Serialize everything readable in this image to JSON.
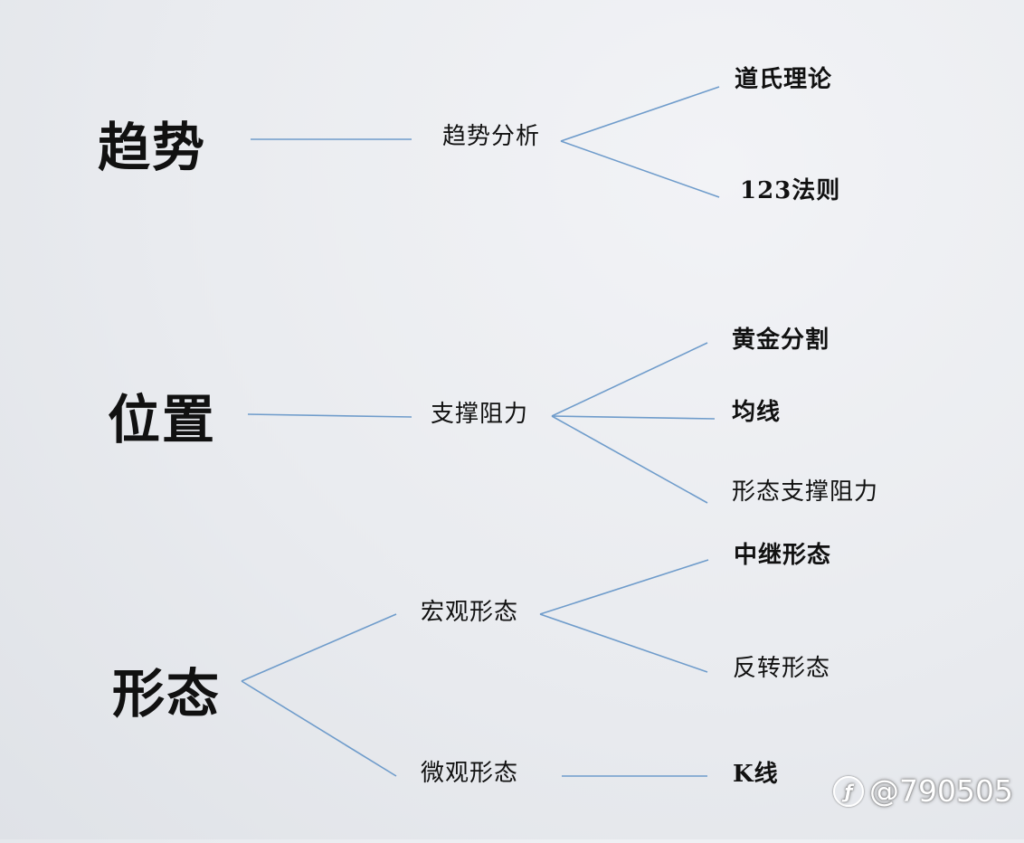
{
  "categories": {
    "trend": "趋势",
    "position": "位置",
    "pattern": "形态"
  },
  "mid_nodes": {
    "trend_analysis": "趋势分析",
    "support_resistance": "支撑阻力",
    "macro_pattern": "宏观形态",
    "micro_pattern": "微观形态"
  },
  "leaf_nodes": {
    "dow_theory": "道氏理论",
    "rule_123": "123法则",
    "golden_ratio": "黄金分割",
    "moving_average": "均线",
    "pattern_support_resistance": "形态支撑阻力",
    "continuation_pattern": "中继形态",
    "reversal_pattern": "反转形态",
    "k_line": "K线"
  },
  "watermark": {
    "text": "@790505"
  },
  "colors": {
    "edge": "#6f9ccb",
    "text": "#111111"
  }
}
